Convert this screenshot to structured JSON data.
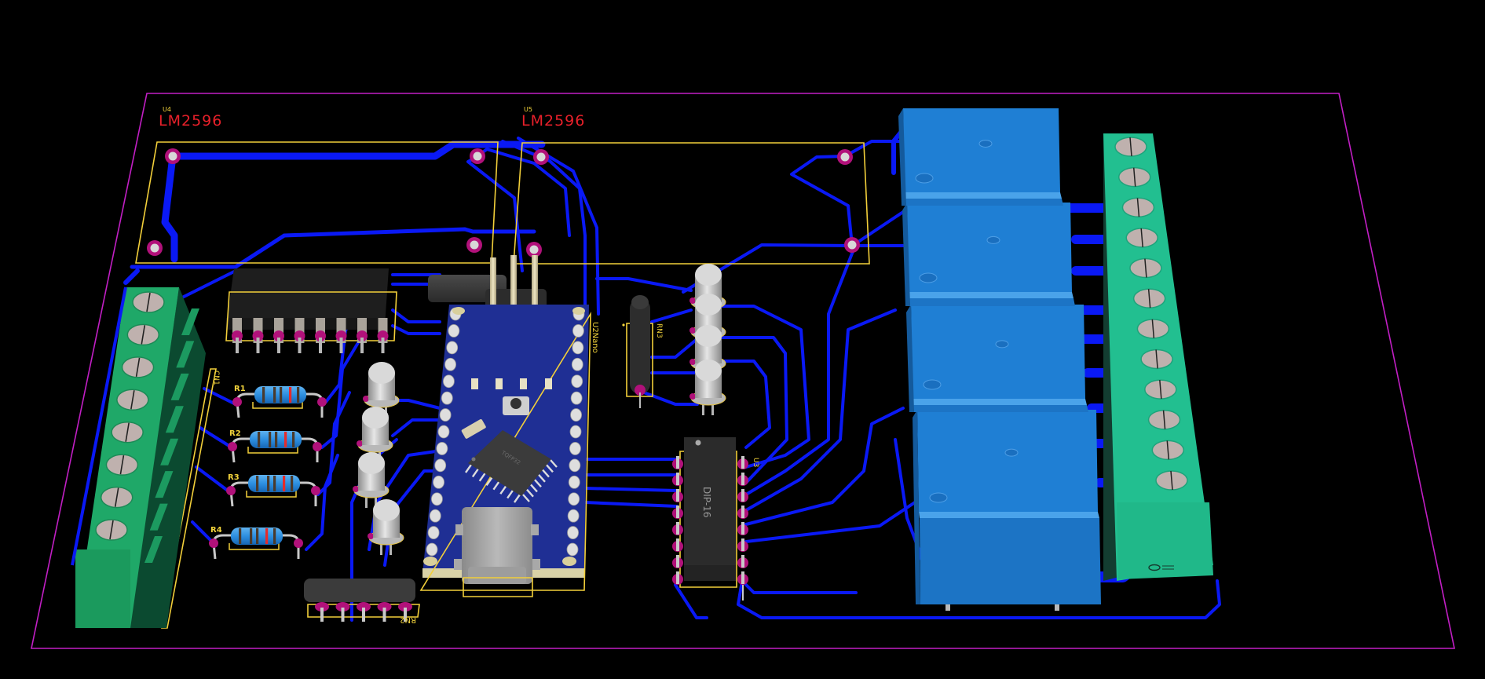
{
  "viewer": {
    "mode": "3D PCB view",
    "background": "#000000"
  },
  "colors": {
    "board_outline": "#c21fc5",
    "trace": "#0a19f5",
    "silkscreen": "#f2d33b",
    "value_text": "#e8202a",
    "pad": "#b1117a",
    "terminal_left": "#1fa868",
    "terminal_right": "#22bf90",
    "relay": "#1f7fd4",
    "nano_pcb": "#1f2f94",
    "ic_body": "#262626"
  },
  "modules": [
    {
      "ref": "U4",
      "value": "LM2596"
    },
    {
      "ref": "U5",
      "value": "LM2596"
    }
  ],
  "nano": {
    "ref_label": "U2Nano",
    "mcu_text": "TQFP32"
  },
  "ic_u3": {
    "ref": "U3",
    "body_text": "DIP-16"
  },
  "resistor_networks": [
    {
      "ref": "RN2"
    },
    {
      "ref": "RN3"
    }
  ],
  "resistors": [
    {
      "ref": "R1"
    },
    {
      "ref": "R2"
    },
    {
      "ref": "R3"
    },
    {
      "ref": "R4"
    }
  ],
  "connectors": {
    "left": {
      "ref": "CN1",
      "screw_count": 8
    },
    "right": {
      "screw_count": 12
    }
  },
  "relays": {
    "count": 4
  },
  "leds": {
    "left_count": 4,
    "right_count": 4
  }
}
